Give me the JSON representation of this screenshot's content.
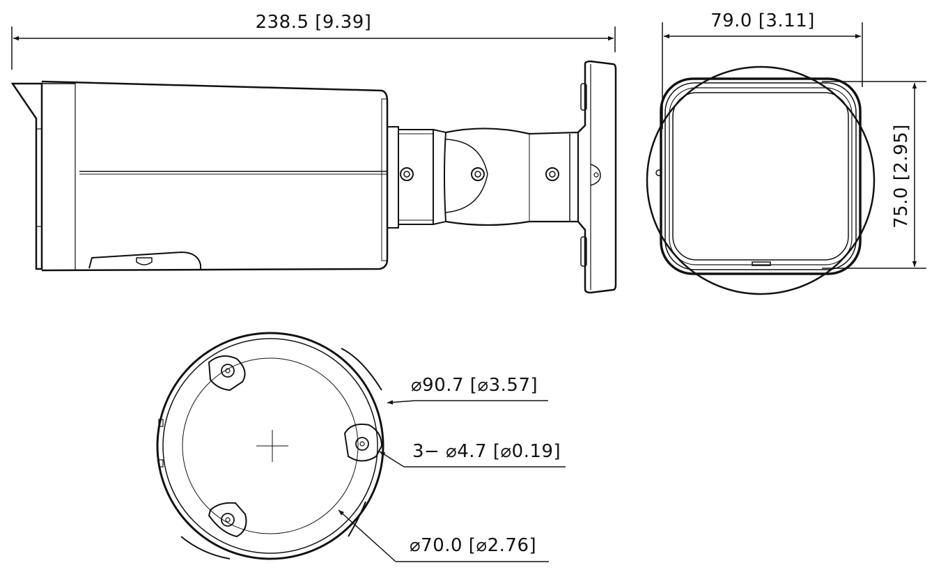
{
  "dimensions": {
    "total_length": "238.5 [9.39]",
    "width": "79.0 [3.11]",
    "height": "75.0 [2.95]",
    "base_outer_diameter": "⌀90.7 [⌀3.57]",
    "mounting_holes": "3− ⌀4.7 [⌀0.19]",
    "base_inner_diameter": "⌀70.0 [⌀2.76]"
  },
  "colors": {
    "line": "#111111",
    "background": "#ffffff"
  }
}
